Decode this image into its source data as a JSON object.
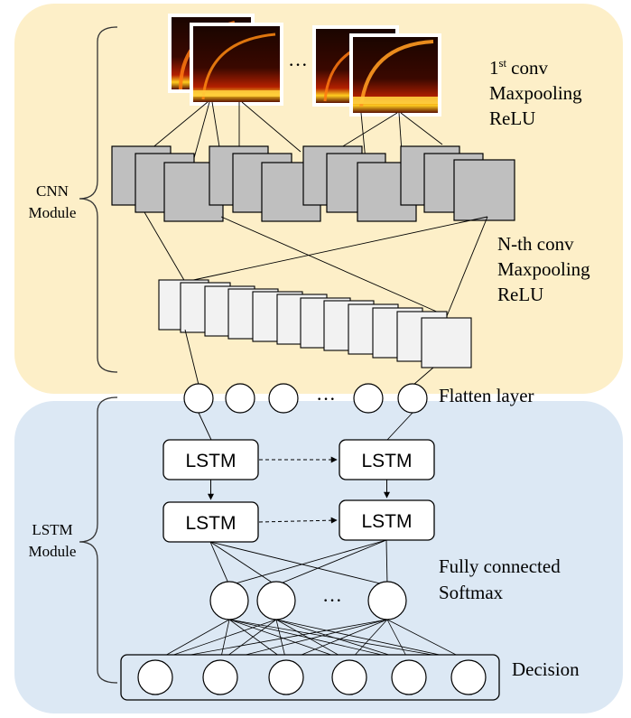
{
  "cnn_module": {
    "label_line1": "CNN",
    "label_line2": "Module",
    "first_conv": {
      "ordinal_number": "1",
      "ordinal_suffix": "st",
      "word": "conv",
      "line2": "Maxpooling",
      "line3": "ReLU"
    },
    "nth_conv": {
      "line1": "N-th  conv",
      "line2": "Maxpooling",
      "line3": "ReLU"
    },
    "input_ellipsis": "···"
  },
  "lstm_module": {
    "label_line1": "LSTM",
    "label_line2": "Module",
    "flatten_label": "Flatten layer",
    "flatten_ellipsis": "···",
    "lstm_cells": [
      "LSTM",
      "LSTM",
      "LSTM",
      "LSTM"
    ],
    "fc_line1": "Fully connected",
    "fc_line2": "Softmax",
    "fc_ellipsis": "···",
    "decision_label": "Decision"
  },
  "colors": {
    "cnn_background": "#fdefc8",
    "lstm_background": "#dce8f4",
    "feature_map_gray": "#bfbfbf",
    "feature_map_light": "#f2f2f2"
  }
}
